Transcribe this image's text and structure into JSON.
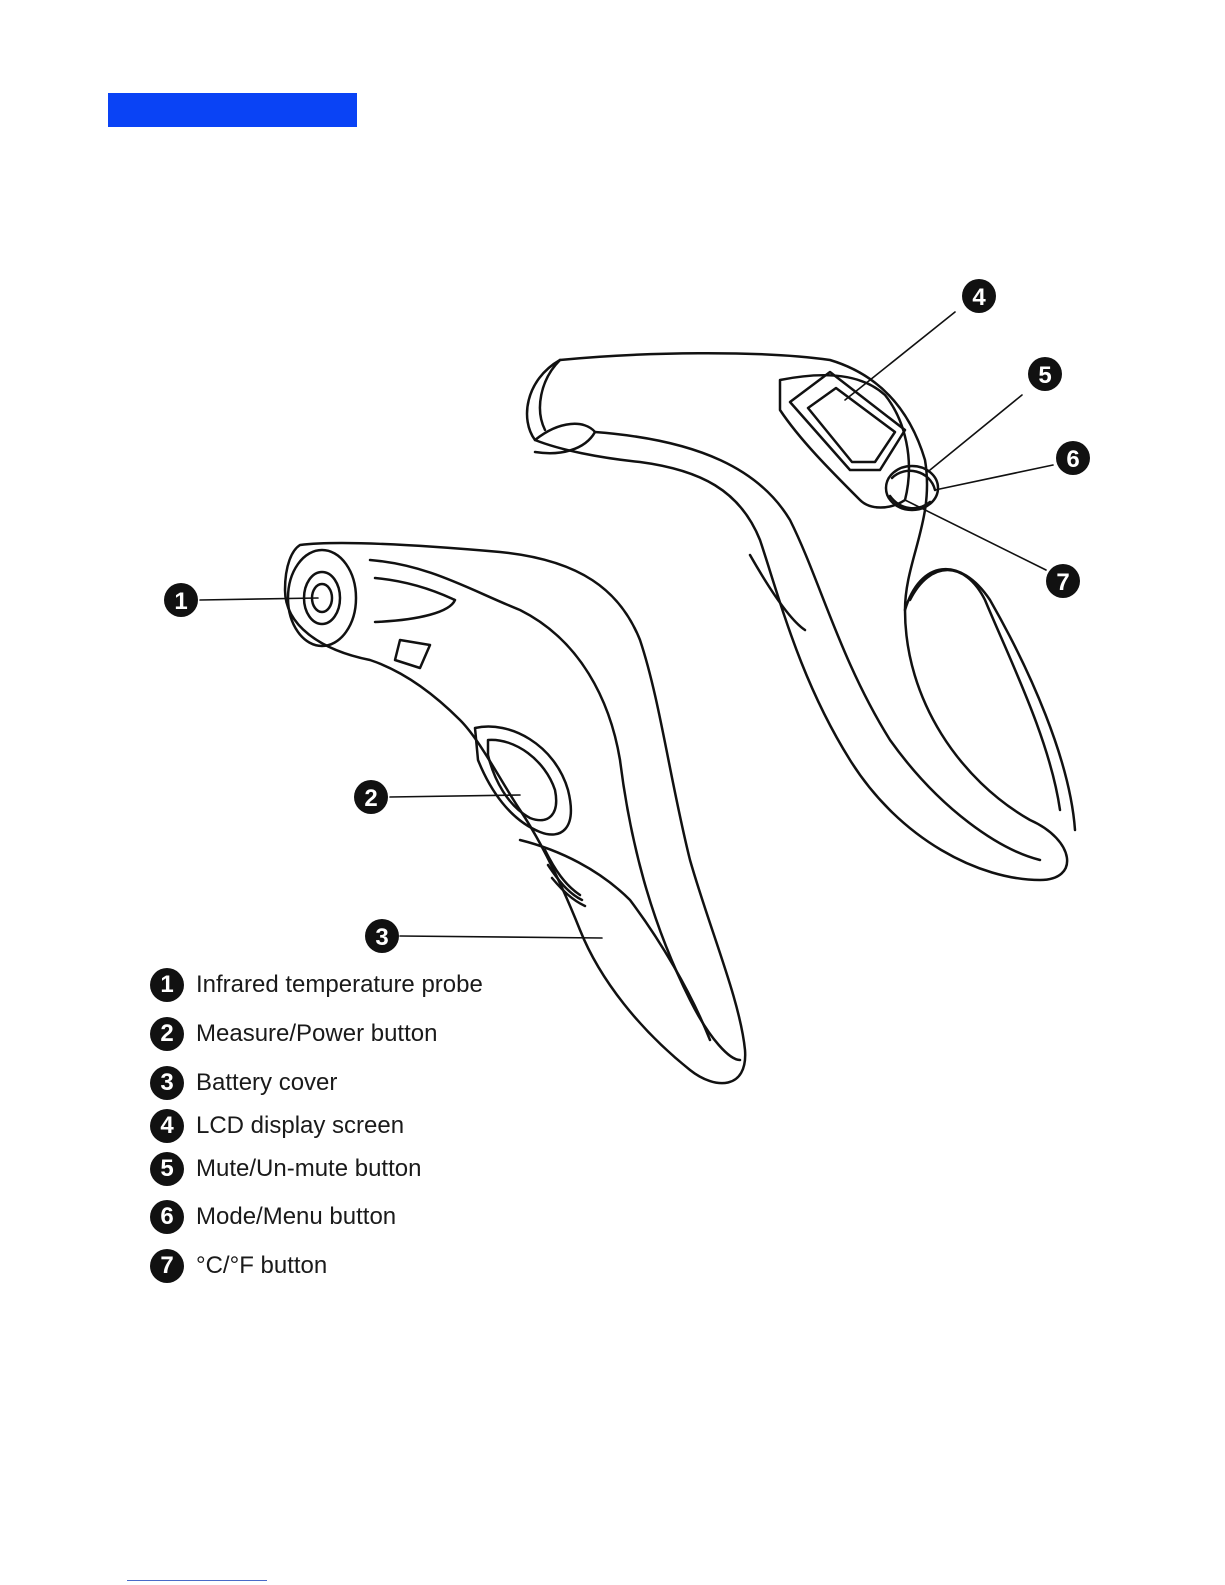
{
  "colors": {
    "header_bar": "#0a43f5",
    "line": "#111111"
  },
  "callouts": [
    {
      "n": "1",
      "icon": "number-1-badge"
    },
    {
      "n": "2",
      "icon": "number-2-badge"
    },
    {
      "n": "3",
      "icon": "number-3-badge"
    },
    {
      "n": "4",
      "icon": "number-4-badge"
    },
    {
      "n": "5",
      "icon": "number-5-badge"
    },
    {
      "n": "6",
      "icon": "number-6-badge"
    },
    {
      "n": "7",
      "icon": "number-7-badge"
    }
  ],
  "legend": [
    {
      "n": "1",
      "label": "Infrared temperature probe"
    },
    {
      "n": "2",
      "label": "Measure/Power button"
    },
    {
      "n": "3",
      "label": "Battery cover"
    },
    {
      "n": "4",
      "label": "LCD display screen"
    },
    {
      "n": "5",
      "label": "Mute/Un-mute button"
    },
    {
      "n": "6",
      "label": "Mode/Menu button"
    },
    {
      "n": "7",
      "label": "°C/°F button"
    }
  ]
}
